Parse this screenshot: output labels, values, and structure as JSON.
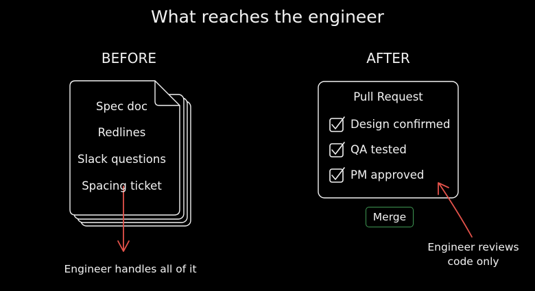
{
  "title": "What reaches the engineer",
  "before": {
    "heading": "BEFORE",
    "items": [
      "Spec doc",
      "Redlines",
      "Slack questions",
      "Spacing ticket"
    ],
    "note": "Engineer handles all of it"
  },
  "after": {
    "heading": "AFTER",
    "card_title": "Pull Request",
    "checks": [
      {
        "label": "Design confirmed",
        "checked": true
      },
      {
        "label": "QA tested",
        "checked": true
      },
      {
        "label": "PM approved",
        "checked": true
      }
    ],
    "merge_label": "Merge",
    "note_line1": "Engineer reviews",
    "note_line2": "code only"
  },
  "colors": {
    "stroke": "#f2f2f2",
    "arrow": "#e5534b",
    "merge_border": "#3f9a54"
  }
}
